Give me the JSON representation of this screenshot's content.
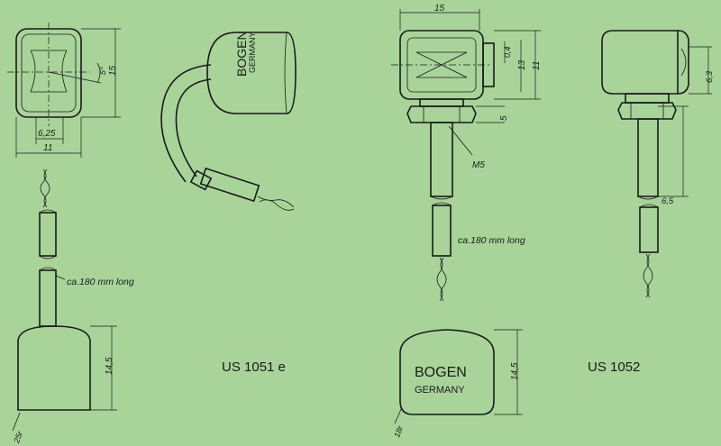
{
  "brand": {
    "name": "BOGEN",
    "country": "GERMANY"
  },
  "models": {
    "left": "US 1051 e",
    "right": "US 1052"
  },
  "dimensions": {
    "angle": "5°",
    "height_15": "15",
    "width_625": "6,25",
    "width_11": "11",
    "width_15": "15",
    "d_04": "0,4",
    "d_13": "13",
    "d_11": "11",
    "d_5": "5",
    "thread": "M5",
    "d_63": "6,3",
    "d_65": "6,5",
    "h_145": "14,5",
    "r_25": "25r",
    "r_18": "18r"
  },
  "cable_note": "ca.180 mm long"
}
